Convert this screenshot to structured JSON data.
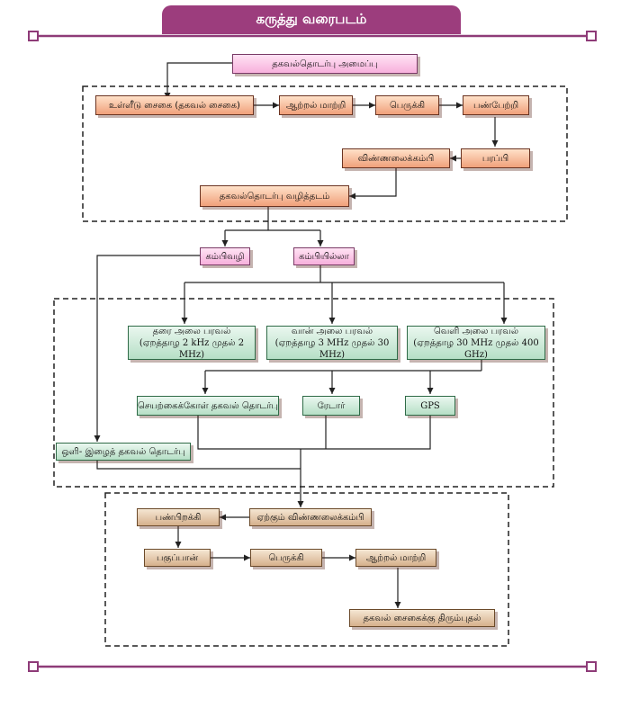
{
  "title": "கருத்து வரைபடம்",
  "nodes": {
    "comm_system": "தகவல்தொடர்பு அமைப்பு",
    "input_signal": "உள்ளீடு சைகை (தகவல் சைகை)",
    "transducer_tx": "ஆற்றல் மாற்றி",
    "amplifier_tx": "பெருக்கி",
    "modulator": "பண்பேற்றி",
    "transmitter": "பரப்பி",
    "tx_antenna": "விண்ணலைக்கம்பி",
    "channel": "தகவல்தொடர்பு வழித்தடம்",
    "wired": "கம்பிவழி",
    "wireless": "கம்பியில்லா",
    "ground_wave_line1": "தரை அலை பரவல்",
    "ground_wave_line2": "(ஏறத்தாழ 2 kHz முதல் 2 MHz)",
    "sky_wave_line1": "வான் அலை பரவல்",
    "sky_wave_line2": "(ஏறத்தாழ 3 MHz முதல் 30 MHz)",
    "space_wave_line1": "வெளி அலை பரவல்",
    "space_wave_line2": "(ஏறத்தாழ 30 MHz முதல் 400 GHz)",
    "satellite": "செயற்கைக்கோள் தகவல் தொடர்பு",
    "radar": "ரேடார்",
    "gps": "GPS",
    "fiber": "ஒளி- இழைத் தகவல் தொடர்பு",
    "rx_antenna": "ஏற்கும் விண்ணலைக்கம்பி",
    "demodulator": "பண்பிறக்கி",
    "detector": "பகுப்பான்",
    "amplifier_rx": "பெருக்கி",
    "transducer_rx": "ஆற்றல் மாற்றி",
    "output_signal": "தகவல் சைகைக்கு திரும்புதல்"
  },
  "colors": {
    "frame": "#8e3b78",
    "banner": "#9c3d7d",
    "line": "#222222"
  }
}
